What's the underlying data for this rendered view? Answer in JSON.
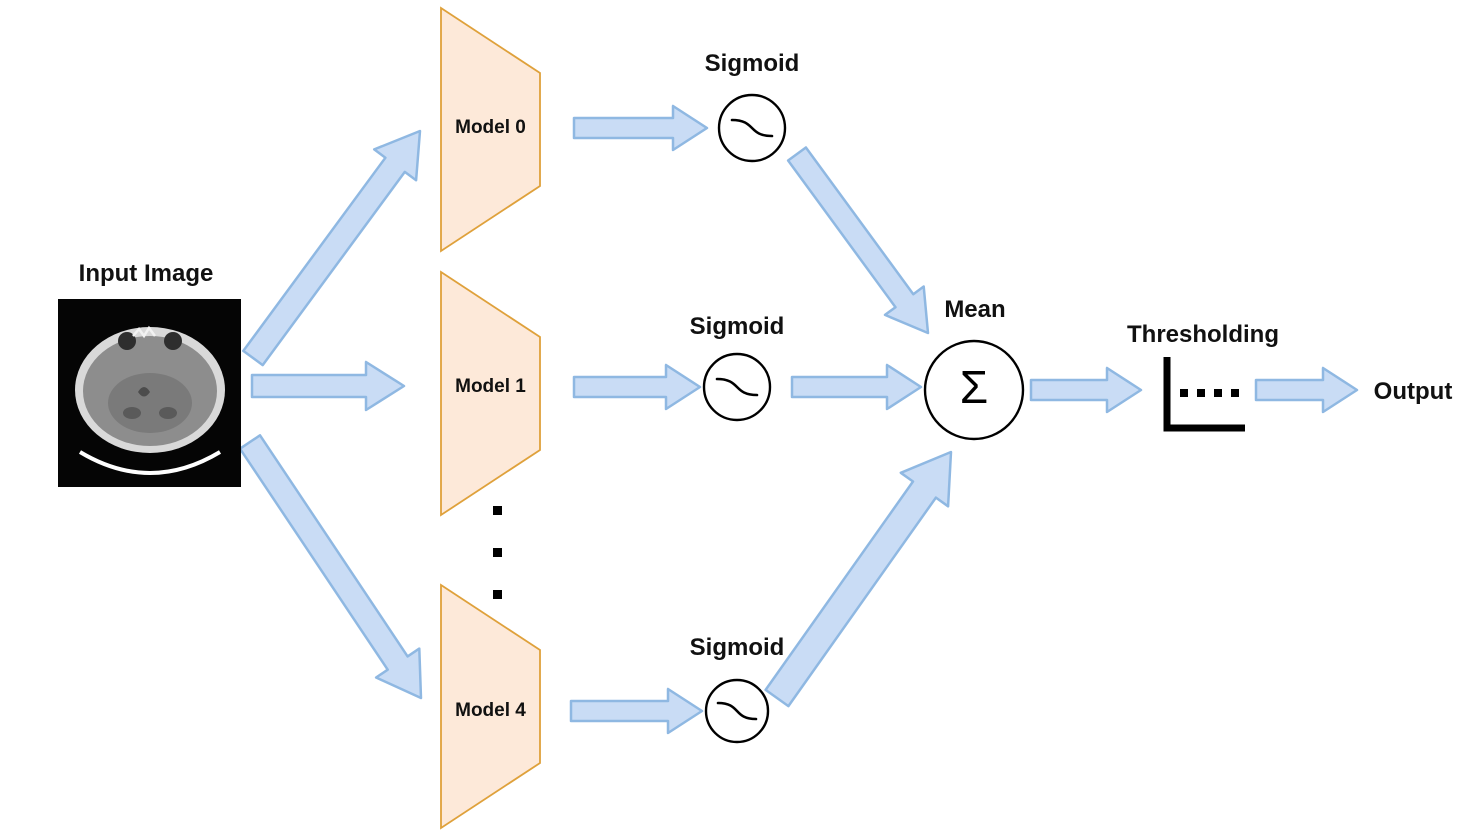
{
  "input": {
    "label": "Input Image"
  },
  "models": [
    {
      "label": "Model 0"
    },
    {
      "label": "Model 1"
    },
    {
      "label": "Model 4"
    }
  ],
  "sigmoids": [
    {
      "label": "Sigmoid"
    },
    {
      "label": "Sigmoid"
    },
    {
      "label": "Sigmoid"
    }
  ],
  "mean": {
    "label": "Mean",
    "symbol": "Σ"
  },
  "thresholding": {
    "label": "Thresholding"
  },
  "output": {
    "label": "Output"
  },
  "ellipsis": "⋮",
  "colors": {
    "arrow_fill": "#c9dcf5",
    "arrow_border": "#8fb8e2",
    "model_fill": "#fde9d9",
    "model_border": "#dfa13b",
    "node_stroke": "#000000",
    "background": "#ffffff"
  }
}
